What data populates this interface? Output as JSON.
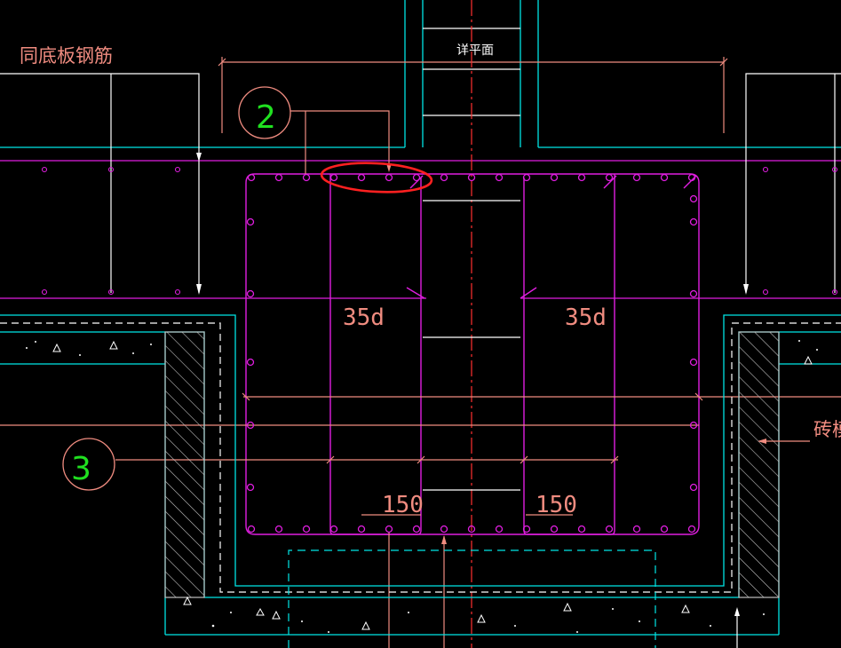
{
  "drawing": {
    "labels": {
      "note_bottom_slab_rebar": "同底板钢筋",
      "detail_plan": "详平面",
      "dim_35d_left": "35d",
      "dim_35d_right": "35d",
      "dim_150_left": "150",
      "dim_150_right": "150",
      "brick_form": "砖模"
    },
    "callouts": {
      "callout_2": "2",
      "callout_3": "3"
    },
    "colors": {
      "background": "#000000",
      "cyan": "#00e5e5",
      "magenta": "#e01ee0",
      "white": "#ffffff",
      "salmon": "#f08c80",
      "red_marker": "#ff2020",
      "green_text": "#20e020",
      "gray_hatch": "#c0c0c0"
    }
  }
}
